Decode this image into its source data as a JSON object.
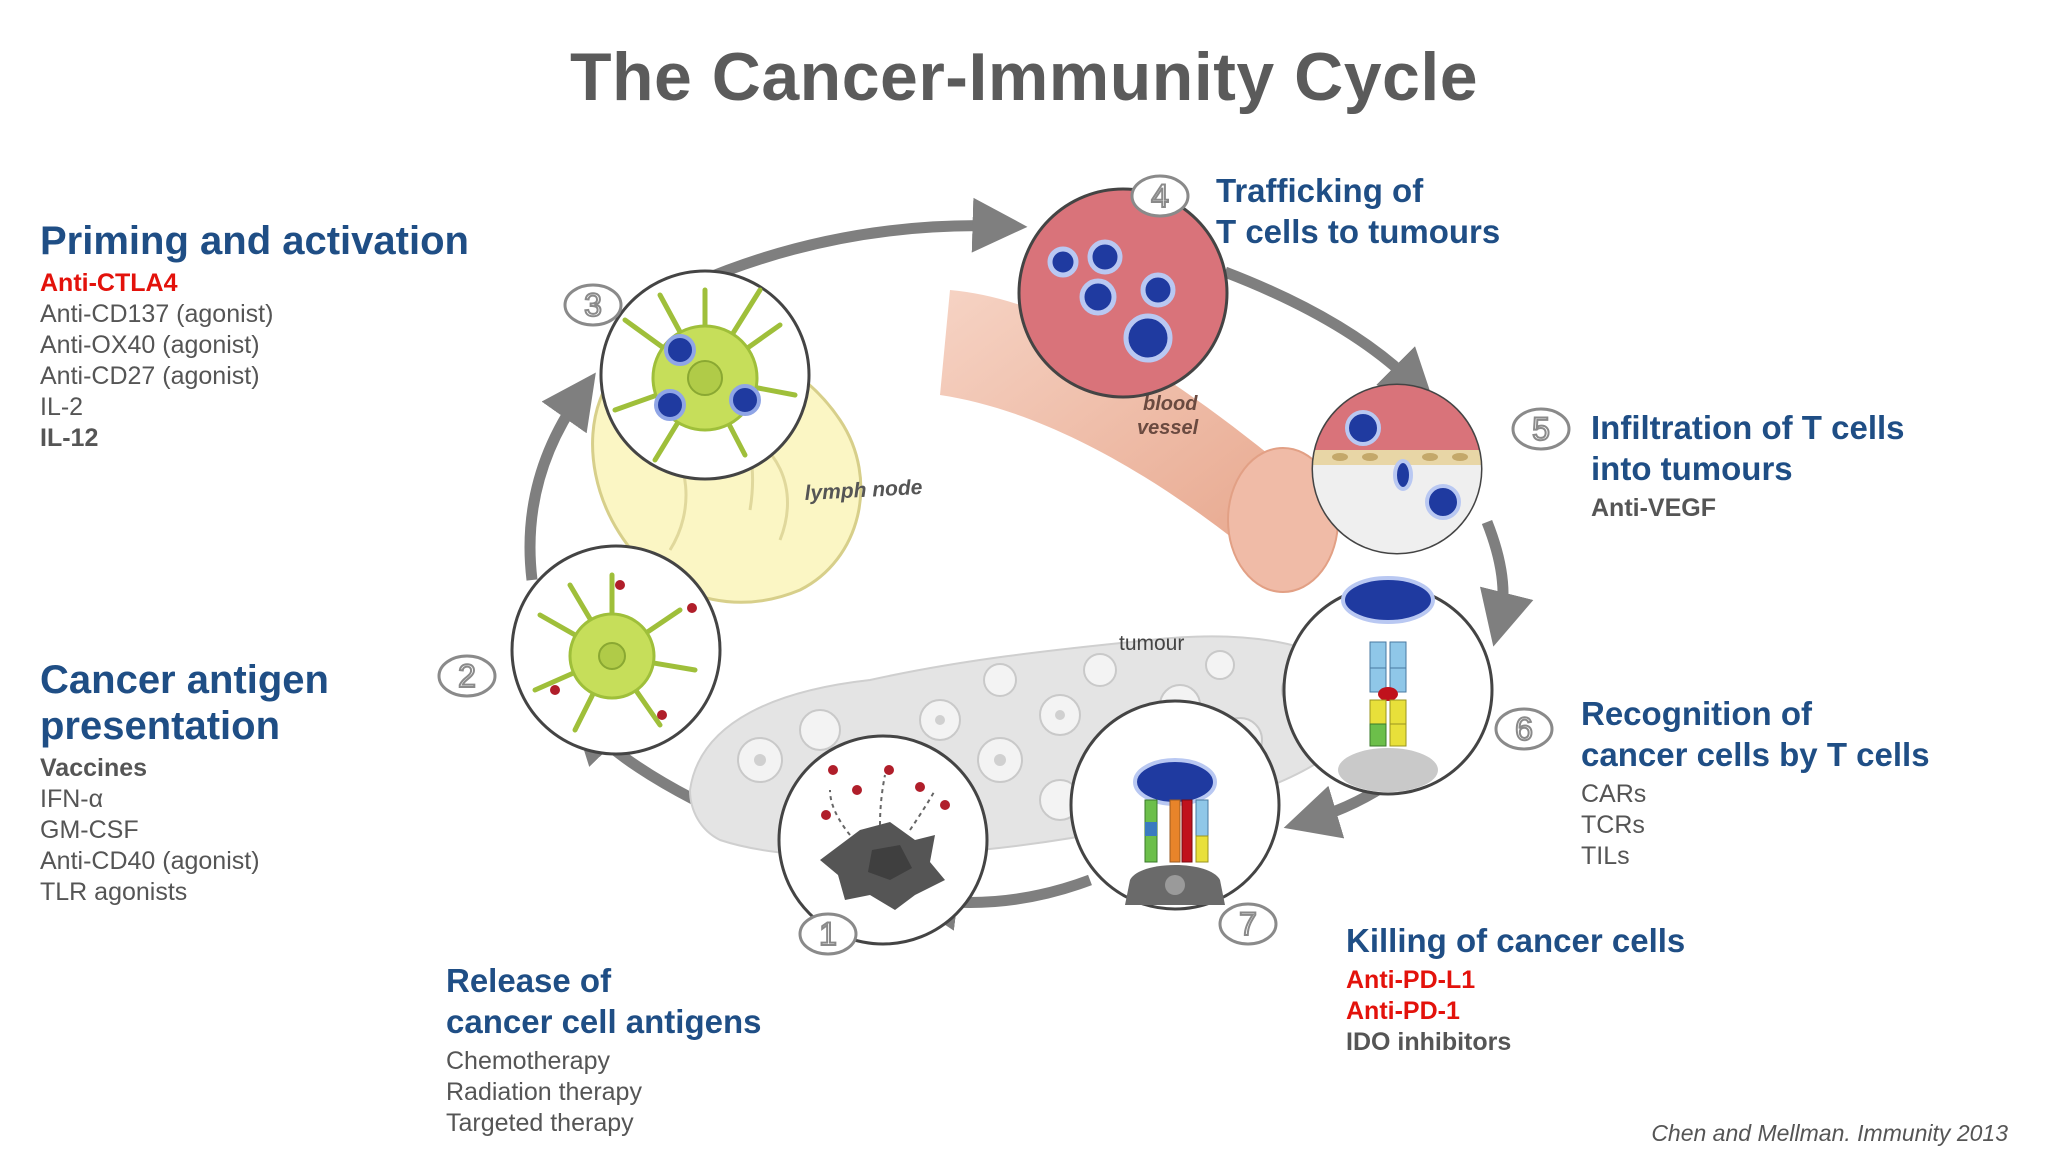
{
  "title": "The Cancer-Immunity Cycle",
  "steps": {
    "priming": {
      "heading": [
        "Priming and activation"
      ],
      "items": [
        {
          "text": "Anti-CTLA4",
          "style": "red"
        },
        {
          "text": "Anti-CD137 (agonist)",
          "style": "normal"
        },
        {
          "text": "Anti-OX40 (agonist)",
          "style": "normal"
        },
        {
          "text": "Anti-CD27 (agonist)",
          "style": "normal"
        },
        {
          "text": "IL-2",
          "style": "normal"
        },
        {
          "text": "IL-12",
          "style": "bold"
        }
      ]
    },
    "presentation": {
      "heading": [
        "Cancer antigen",
        "presentation"
      ],
      "items": [
        {
          "text": "Vaccines",
          "style": "bold"
        },
        {
          "text": "IFN-α",
          "style": "normal"
        },
        {
          "text": "GM-CSF",
          "style": "normal"
        },
        {
          "text": "Anti-CD40 (agonist)",
          "style": "normal"
        },
        {
          "text": "TLR agonists",
          "style": "normal"
        }
      ]
    },
    "release": {
      "heading": [
        "Release of",
        "cancer cell antigens"
      ],
      "items": [
        {
          "text": "Chemotherapy",
          "style": "normal"
        },
        {
          "text": "Radiation therapy",
          "style": "normal"
        },
        {
          "text": "Targeted therapy",
          "style": "normal"
        }
      ]
    },
    "trafficking": {
      "heading": [
        "Trafficking of",
        "T cells to tumours"
      ],
      "items": []
    },
    "infiltration": {
      "heading": [
        "Infiltration of T cells",
        "into tumours"
      ],
      "items": [
        {
          "text": "Anti-VEGF",
          "style": "bold"
        }
      ]
    },
    "recognition": {
      "heading": [
        "Recognition of",
        "cancer cells by T cells"
      ],
      "items": [
        {
          "text": "CARs",
          "style": "normal"
        },
        {
          "text": "TCRs",
          "style": "normal"
        },
        {
          "text": "TILs",
          "style": "normal"
        }
      ]
    },
    "killing": {
      "heading": [
        "Killing of cancer cells"
      ],
      "items": [
        {
          "text": "Anti-PD-L1",
          "style": "red"
        },
        {
          "text": "Anti-PD-1",
          "style": "red"
        },
        {
          "text": "IDO inhibitors",
          "style": "bold"
        }
      ]
    }
  },
  "diagram_labels": {
    "lymph_node": "lymph node",
    "blood_vessel": [
      "blood",
      "vessel"
    ],
    "tumour": "tumour",
    "numbers": [
      "1",
      "2",
      "3",
      "4",
      "5",
      "6",
      "7"
    ]
  },
  "citation": "Chen and Mellman. Immunity 2013",
  "colors": {
    "heading": "#1f4e85",
    "red_item": "#e3120b",
    "body_text": "#555555",
    "arrow": "#7f7f7f",
    "t_cell": "#1f3aa0",
    "dendritic_cell": "#c6de5a",
    "lymph_node": "#fbf6c4",
    "vessel": "#e9b09a",
    "vessel_inner": "#d9737a"
  }
}
